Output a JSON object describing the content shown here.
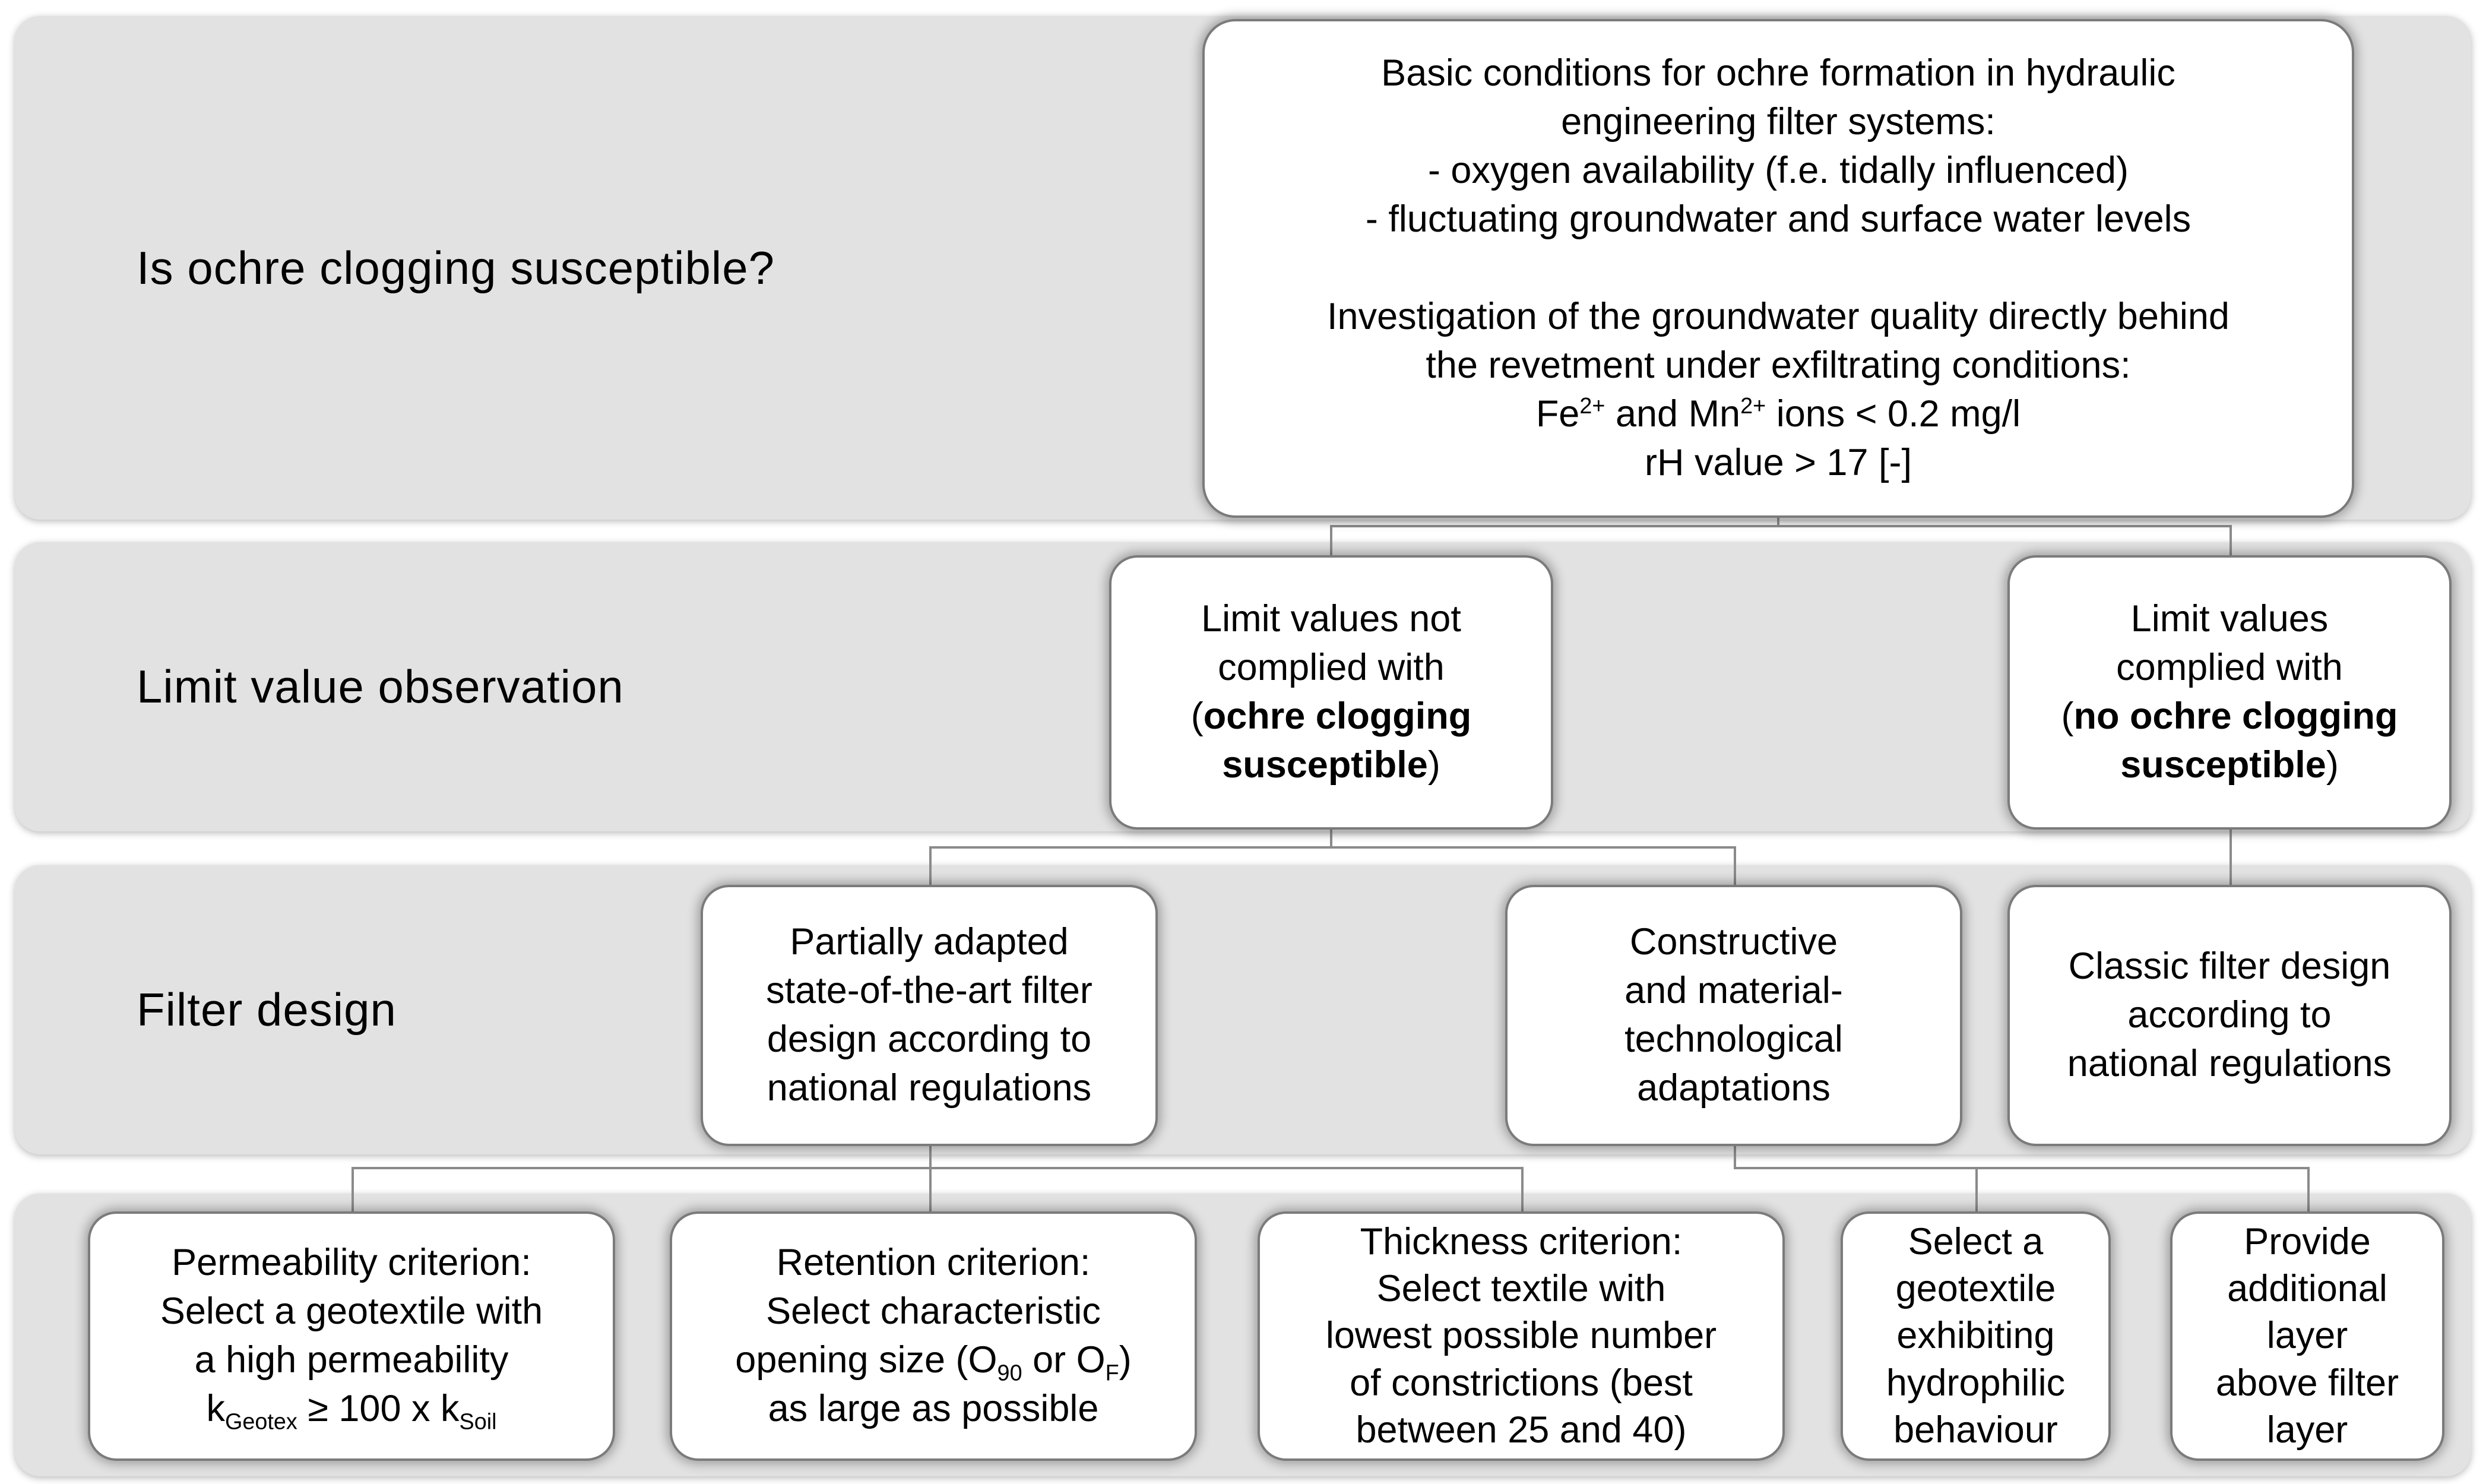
{
  "diagram": {
    "title_hint": "Ochre clogging susceptibility and geotextile filter design flowchart",
    "colors": {
      "background": "#ffffff",
      "band_fill": "#e2e2e2",
      "node_fill": "#ffffff",
      "node_border": "#7b7b7b",
      "connector": "#8a8a8a",
      "text": "#000000"
    },
    "rows": [
      {
        "label": "Is ochre clogging susceptible?"
      },
      {
        "label": "Limit value observation"
      },
      {
        "label": "Filter design"
      },
      {
        "label": ""
      }
    ],
    "nodes": {
      "basic_conditions": {
        "html": "Basic conditions for ochre formation in hydraulic<br>engineering filter systems:<br>- oxygen availability (f.e. tidally influenced)<br>- fluctuating groundwater and surface water levels<br><br>Investigation of the groundwater quality directly behind<br>the revetment under exfiltrating conditions:<br>Fe<sup>2+</sup> and Mn<sup>2+</sup> ions &lt; 0.2 mg/l<br>rH value &gt; 17 [-]"
      },
      "limit_not_complied": {
        "html": "Limit values not<br>complied with<br>(<b>ochre clogging</b><br><b>susceptible</b>)"
      },
      "limit_complied": {
        "html": "Limit values<br>complied with<br>(<b>no ochre clogging</b><br><b>susceptible</b>)"
      },
      "partially_adapted": {
        "html": "Partially adapted<br>state-of-the-art filter<br>design according to<br>national regulations"
      },
      "constructive": {
        "html": "Constructive<br>and material-<br>technological<br>adaptations"
      },
      "classic_design": {
        "html": "Classic filter design<br>according to<br>national regulations"
      },
      "permeability": {
        "html": "Permeability criterion:<br>Select a geotextile with<br>a high permeability<br>k<sub>Geotex</sub> ≥ 100 x k<sub>Soil</sub>"
      },
      "retention": {
        "html": "Retention criterion:<br>Select characteristic<br>opening size (O<sub>90</sub> or O<sub>F</sub>)<br>as large as possible"
      },
      "thickness": {
        "html": "Thickness criterion:<br>Select textile with<br>lowest possible number<br>of constrictions (best<br>between 25 and 40)"
      },
      "hydrophilic": {
        "html": "Select a<br>geotextile<br>exhibiting<br>hydrophilic<br>behaviour"
      },
      "additional_layer": {
        "html": "Provide<br>additional<br>layer<br>above filter<br>layer"
      }
    }
  }
}
